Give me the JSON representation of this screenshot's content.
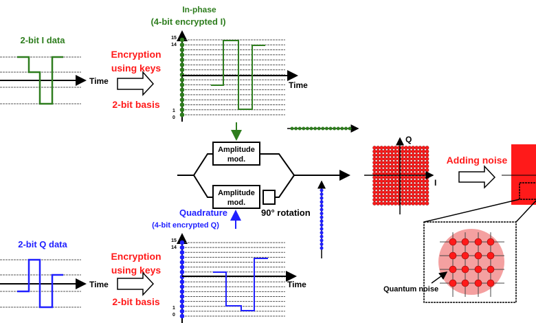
{
  "labels": {
    "i_data": "2-bit I data",
    "q_data": "2-bit Q data",
    "time": "Time",
    "encryption": "Encryption",
    "using_keys": "using keys",
    "basis": "2-bit basis",
    "in_phase": "In-phase",
    "in_phase_sub": "(4-bit encrypted I)",
    "quadrature": "Quadrature",
    "quadrature_sub": "(4-bit encrypted Q)",
    "amp_mod_1": "Amplitude",
    "amp_mod_2": "mod.",
    "rotation": "90° rotation",
    "q_axis": "Q",
    "i_axis": "I",
    "adding_noise": "Adding noise",
    "quantum_noise": "Quantum noise",
    "level_15": "15",
    "level_14": "14",
    "level_1": "1",
    "level_0": "0"
  },
  "colors": {
    "i": "#2e7d1e",
    "q": "#2020ff",
    "red": "#ff1a1a",
    "noise": "#f4a0a0"
  }
}
